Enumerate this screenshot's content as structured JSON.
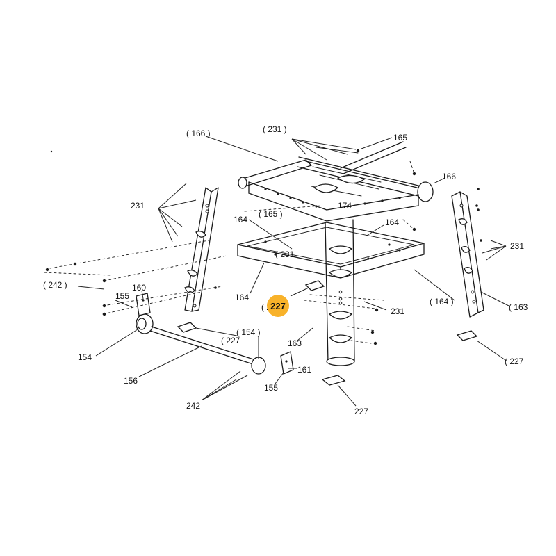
{
  "diagram": {
    "callouts": [
      {
        "id": "c-166-a",
        "text": "( 166 )"
      },
      {
        "id": "c-231-a",
        "text": "( 231 )"
      },
      {
        "id": "c-165-a",
        "text": "165"
      },
      {
        "id": "c-166-b",
        "text": "166"
      },
      {
        "id": "c-174",
        "text": "174"
      },
      {
        "id": "c-231-b",
        "text": "231"
      },
      {
        "id": "c-165-b",
        "text": "( 165 )"
      },
      {
        "id": "c-164-a",
        "text": "164"
      },
      {
        "id": "c-164-b",
        "text": "164"
      },
      {
        "id": "c-231-c",
        "text": "( 231"
      },
      {
        "id": "c-231-d",
        "text": "231"
      },
      {
        "id": "c-242-a",
        "text": "( 242 )"
      },
      {
        "id": "c-160",
        "text": "160"
      },
      {
        "id": "c-155-a",
        "text": "155"
      },
      {
        "id": "c-164-c",
        "text": "164"
      },
      {
        "id": "c-227-a",
        "text": "( 227 )"
      },
      {
        "id": "c-231-e",
        "text": "231"
      },
      {
        "id": "c-164-d",
        "text": "( 164 )"
      },
      {
        "id": "c-163-a",
        "text": "( 163"
      },
      {
        "id": "c-154-a",
        "text": "( 154 )"
      },
      {
        "id": "c-227-b",
        "text": "( 227"
      },
      {
        "id": "c-154-b",
        "text": "154"
      },
      {
        "id": "c-163-b",
        "text": "163"
      },
      {
        "id": "c-161",
        "text": "161"
      },
      {
        "id": "c-227-c",
        "text": "( 227"
      },
      {
        "id": "c-156",
        "text": "156"
      },
      {
        "id": "c-155-b",
        "text": "155"
      },
      {
        "id": "c-242-b",
        "text": "242"
      },
      {
        "id": "c-227-d",
        "text": "227"
      }
    ],
    "highlight": {
      "text": "227",
      "color": "#f8b22a"
    }
  }
}
